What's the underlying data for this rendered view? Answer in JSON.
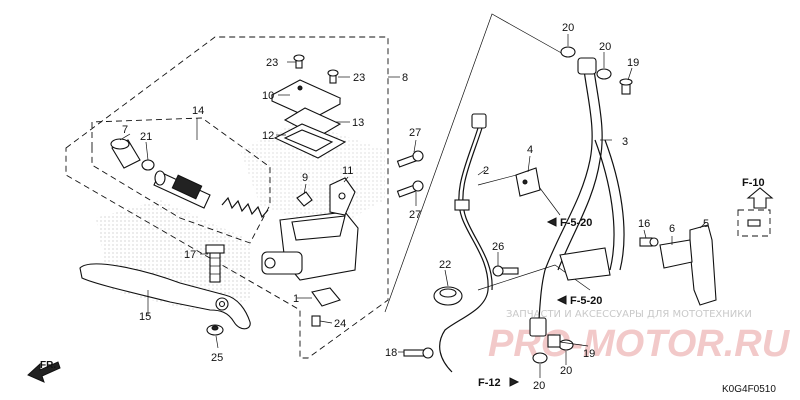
{
  "diagram": {
    "code": "K0G4F0510",
    "watermark": {
      "line1": "ЗАПЧАСТИ И АКСЕССУАРЫ ДЛЯ МОТОТЕХНИКИ",
      "line2": "PRO-MOTOR.RU"
    },
    "direction_label": "FR.",
    "refs": {
      "f10": "F-10",
      "f520_a": "F-5-20",
      "f520_b": "F-5-20",
      "f12": "F-12"
    },
    "callouts": {
      "c1": "1",
      "c2": "2",
      "c3": "3",
      "c4": "4",
      "c5": "5",
      "c6": "6",
      "c7": "7",
      "c8": "8",
      "c9": "9",
      "c10": "10",
      "c11": "11",
      "c12": "12",
      "c13": "13",
      "c14": "14",
      "c15": "15",
      "c16": "16",
      "c17": "17",
      "c18": "18",
      "c19a": "19",
      "c19b": "19",
      "c20a": "20",
      "c20b": "20",
      "c20c": "20",
      "c20d": "20",
      "c21": "21",
      "c22": "22",
      "c23a": "23",
      "c23b": "23",
      "c24": "24",
      "c25": "25",
      "c26": "26",
      "c27a": "27",
      "c27b": "27"
    }
  }
}
